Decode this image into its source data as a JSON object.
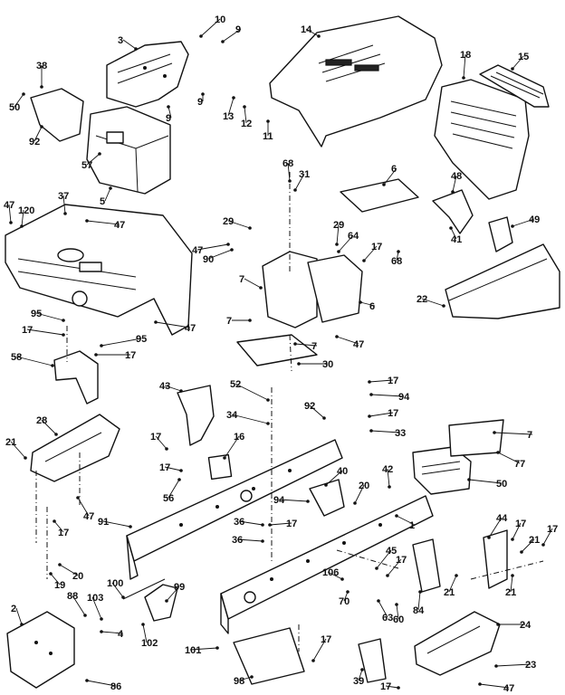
{
  "callouts": [
    {
      "id": "c-10a",
      "text": "10"
    },
    {
      "id": "c-9a",
      "text": "9"
    },
    {
      "id": "c-3",
      "text": "3"
    },
    {
      "id": "c-9b",
      "text": "9"
    },
    {
      "id": "c-9c",
      "text": "9"
    },
    {
      "id": "c-14",
      "text": "14"
    },
    {
      "id": "c-18",
      "text": "18"
    },
    {
      "id": "c-15",
      "text": "15"
    },
    {
      "id": "c-38",
      "text": "38"
    },
    {
      "id": "c-50a",
      "text": "50"
    },
    {
      "id": "c-92a",
      "text": "92"
    },
    {
      "id": "c-57",
      "text": "57"
    },
    {
      "id": "c-5",
      "text": "5"
    },
    {
      "id": "c-13",
      "text": "13"
    },
    {
      "id": "c-12",
      "text": "12"
    },
    {
      "id": "c-11",
      "text": "11"
    },
    {
      "id": "c-68a",
      "text": "68"
    },
    {
      "id": "c-31",
      "text": "31"
    },
    {
      "id": "c-6a",
      "text": "6"
    },
    {
      "id": "c-48",
      "text": "48"
    },
    {
      "id": "c-41",
      "text": "41"
    },
    {
      "id": "c-49",
      "text": "49"
    },
    {
      "id": "c-47a",
      "text": "47"
    },
    {
      "id": "c-120",
      "text": "120"
    },
    {
      "id": "c-37",
      "text": "37"
    },
    {
      "id": "c-47b",
      "text": "47"
    },
    {
      "id": "c-29a",
      "text": "29"
    },
    {
      "id": "c-29b",
      "text": "29"
    },
    {
      "id": "c-64a",
      "text": "64"
    },
    {
      "id": "c-17a",
      "text": "17"
    },
    {
      "id": "c-47c",
      "text": "47"
    },
    {
      "id": "c-90",
      "text": "90"
    },
    {
      "id": "c-68b",
      "text": "68"
    },
    {
      "id": "c-7a",
      "text": "7"
    },
    {
      "id": "c-6b",
      "text": "6"
    },
    {
      "id": "c-22",
      "text": "22"
    },
    {
      "id": "c-95a",
      "text": "95"
    },
    {
      "id": "c-17b",
      "text": "17"
    },
    {
      "id": "c-95b",
      "text": "95"
    },
    {
      "id": "c-17c",
      "text": "17"
    },
    {
      "id": "c-47d",
      "text": "47"
    },
    {
      "id": "c-7b",
      "text": "7"
    },
    {
      "id": "c-7c",
      "text": "7"
    },
    {
      "id": "c-47e",
      "text": "47"
    },
    {
      "id": "c-58",
      "text": "58"
    },
    {
      "id": "c-30",
      "text": "30"
    },
    {
      "id": "c-43",
      "text": "43"
    },
    {
      "id": "c-52",
      "text": "52"
    },
    {
      "id": "c-92b",
      "text": "92"
    },
    {
      "id": "c-17d",
      "text": "17"
    },
    {
      "id": "c-94a",
      "text": "94"
    },
    {
      "id": "c-34",
      "text": "34"
    },
    {
      "id": "c-17e",
      "text": "17"
    },
    {
      "id": "c-33",
      "text": "33"
    },
    {
      "id": "c-28",
      "text": "28"
    },
    {
      "id": "c-7d",
      "text": "7"
    },
    {
      "id": "c-21a",
      "text": "21"
    },
    {
      "id": "c-16",
      "text": "16"
    },
    {
      "id": "c-17f",
      "text": "17"
    },
    {
      "id": "c-77",
      "text": "77"
    },
    {
      "id": "c-50b",
      "text": "50"
    },
    {
      "id": "c-56",
      "text": "56"
    },
    {
      "id": "c-40",
      "text": "40"
    },
    {
      "id": "c-47f",
      "text": "47"
    },
    {
      "id": "c-42",
      "text": "42"
    },
    {
      "id": "c-20a",
      "text": "20"
    },
    {
      "id": "c-94b",
      "text": "94"
    },
    {
      "id": "c-17g",
      "text": "17"
    },
    {
      "id": "c-17h",
      "text": "17"
    },
    {
      "id": "c-91",
      "text": "91"
    },
    {
      "id": "c-1",
      "text": "1"
    },
    {
      "id": "c-44",
      "text": "44"
    },
    {
      "id": "c-17i",
      "text": "17"
    },
    {
      "id": "c-17j",
      "text": "17"
    },
    {
      "id": "c-36a",
      "text": "36"
    },
    {
      "id": "c-17k",
      "text": "17"
    },
    {
      "id": "c-21b",
      "text": "21"
    },
    {
      "id": "c-36b",
      "text": "36"
    },
    {
      "id": "c-45",
      "text": "45"
    },
    {
      "id": "c-20b",
      "text": "20"
    },
    {
      "id": "c-19",
      "text": "19"
    },
    {
      "id": "c-17l",
      "text": "17"
    },
    {
      "id": "c-21c",
      "text": "21"
    },
    {
      "id": "c-21d",
      "text": "21"
    },
    {
      "id": "c-106",
      "text": "106"
    },
    {
      "id": "c-100",
      "text": "100"
    },
    {
      "id": "c-99",
      "text": "99"
    },
    {
      "id": "c-2",
      "text": "2"
    },
    {
      "id": "c-88",
      "text": "88"
    },
    {
      "id": "c-103",
      "text": "103"
    },
    {
      "id": "c-70",
      "text": "70"
    },
    {
      "id": "c-63",
      "text": "63"
    },
    {
      "id": "c-60",
      "text": "60"
    },
    {
      "id": "c-84",
      "text": "84"
    },
    {
      "id": "c-24",
      "text": "24"
    },
    {
      "id": "c-4",
      "text": "4"
    },
    {
      "id": "c-102",
      "text": "102"
    },
    {
      "id": "c-101",
      "text": "101"
    },
    {
      "id": "c-17m",
      "text": "17"
    },
    {
      "id": "c-23",
      "text": "23"
    },
    {
      "id": "c-86",
      "text": "86"
    },
    {
      "id": "c-98",
      "text": "98"
    },
    {
      "id": "c-39",
      "text": "39"
    },
    {
      "id": "c-17n",
      "text": "17"
    },
    {
      "id": "c-47g",
      "text": "47"
    }
  ]
}
